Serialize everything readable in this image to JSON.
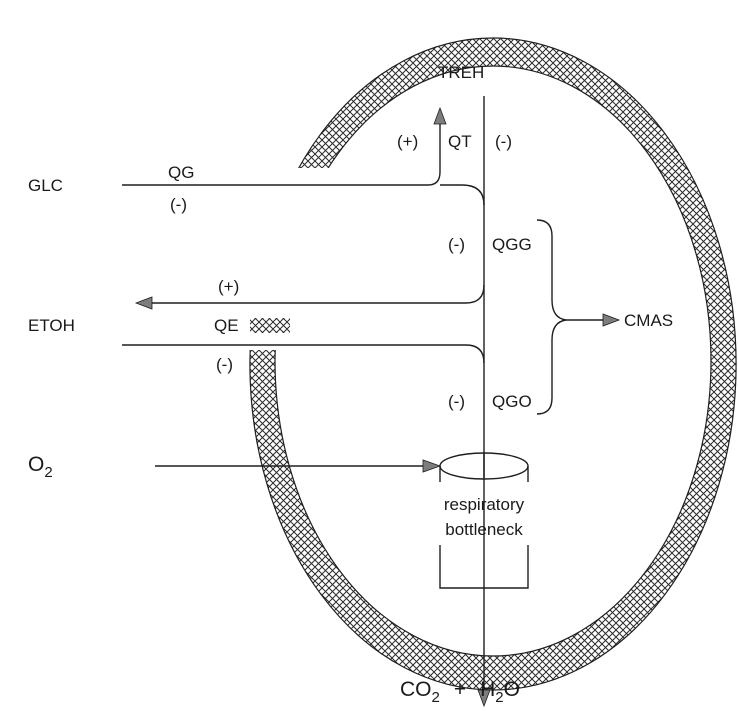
{
  "metabolites": {
    "glucose": "GLC",
    "ethanol": "ETOH",
    "oxygen": "O",
    "oxygen_sub": "2",
    "trehalose": "TREH",
    "cell_mass": "CMAS",
    "co2": "CO",
    "co2_sub": "2",
    "plus": "+",
    "water_h": "H",
    "water_sub": "2",
    "water_o": "O"
  },
  "fluxes": {
    "glucose_uptake": "QG",
    "ethanol_flux": "QE",
    "trehalose_flux": "QT",
    "glucose_to_growth": "QGG",
    "ethanol_to_growth": "QGO"
  },
  "regulation": {
    "qt_left": "(+)",
    "qt_right": "(-)",
    "qg_below": "(-)",
    "qgg_left": "(-)",
    "qe_above": "(+)",
    "qe_below": "(-)",
    "qgo_left": "(-)"
  },
  "bottleneck": {
    "line1": "respiratory",
    "line2": "bottleneck"
  }
}
